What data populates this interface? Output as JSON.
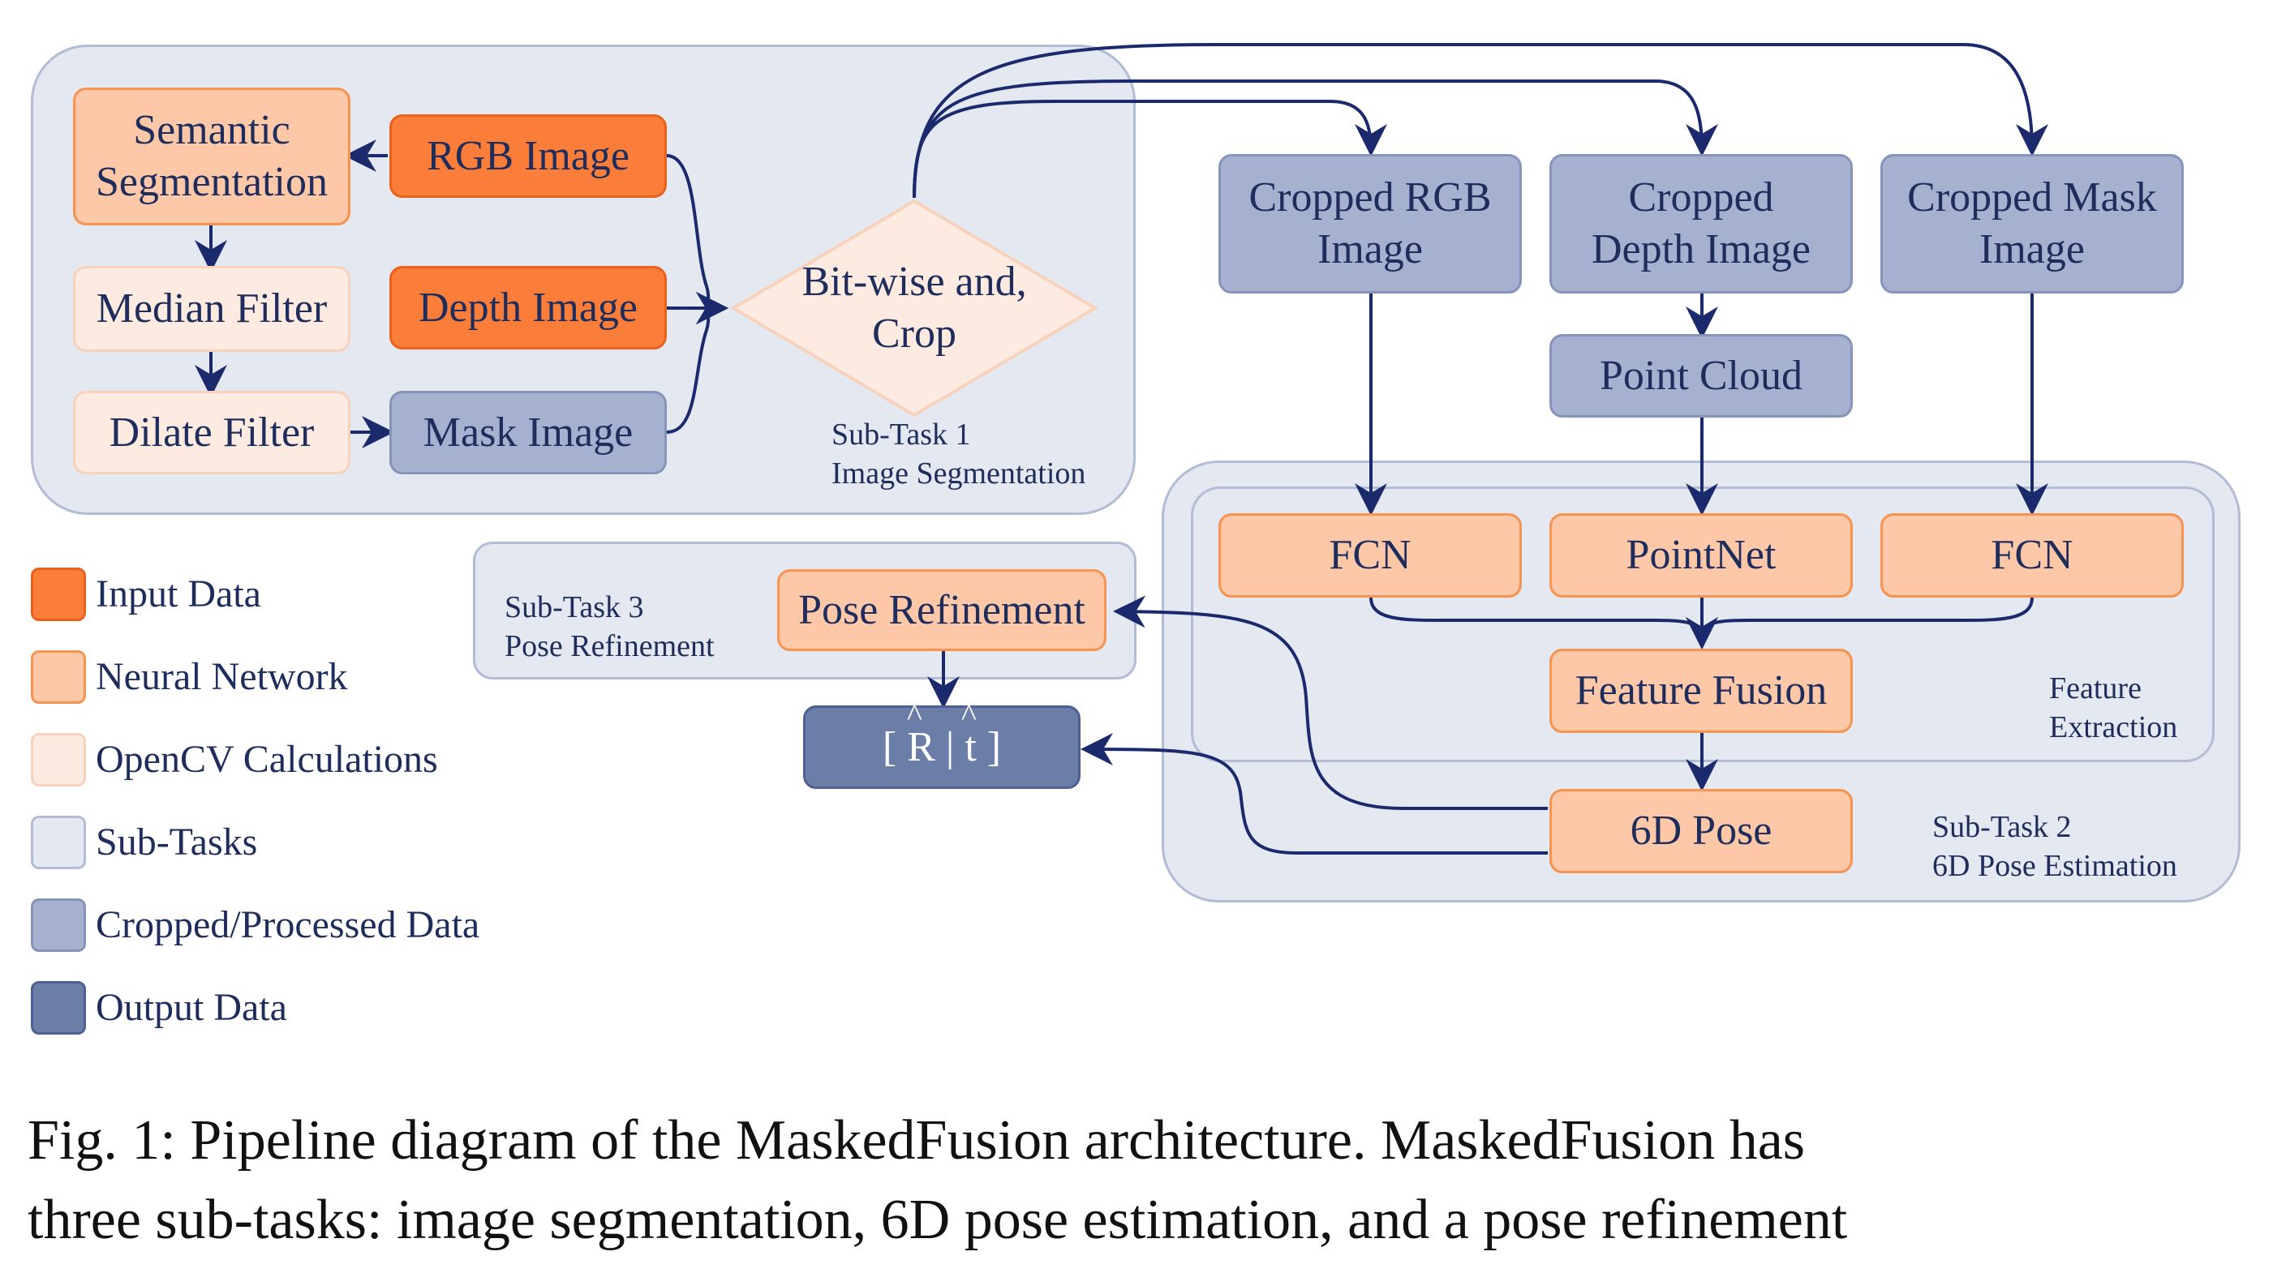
{
  "nodes": {
    "semantic": "Semantic\nSegmentation",
    "rgb": "RGB Image",
    "median": "Median Filter",
    "depth": "Depth Image",
    "dilate": "Dilate Filter",
    "mask": "Mask Image",
    "bitwise": "Bit-wise and,\nCrop",
    "cropped_rgb": "Cropped RGB\nImage",
    "cropped_depth": "Cropped\nDepth Image",
    "cropped_mask": "Cropped Mask\nImage",
    "point_cloud": "Point Cloud",
    "fcn_left": "FCN",
    "pointnet": "PointNet",
    "fcn_right": "FCN",
    "feature_fusion": "Feature Fusion",
    "pose6d": "6D Pose",
    "pose_refinement": "Pose Refinement",
    "output": "[ R | t ]",
    "output_hat_r": "^",
    "output_hat_t": "^"
  },
  "groups": {
    "subtask1": "Sub-Task 1\nImage Segmentation",
    "subtask2": "Sub-Task 2\n6D Pose Estimation",
    "subtask3": "Sub-Task 3\nPose Refinement",
    "feature_extraction": "Feature\nExtraction"
  },
  "legend": [
    {
      "label": "Input Data",
      "color": "#fb7d3a",
      "border": "#e8621c"
    },
    {
      "label": "Neural Network",
      "color": "#fdc8a8",
      "border": "#f6934f"
    },
    {
      "label": "OpenCV Calculations",
      "color": "#fdebe1",
      "border": "#f9d2bb"
    },
    {
      "label": "Sub-Tasks",
      "color": "#e4e8f1",
      "border": "#b3bcd6"
    },
    {
      "label": "Cropped/Processed Data",
      "color": "#a6b1d0",
      "border": "#8794ba"
    },
    {
      "label": "Output Data",
      "color": "#6b7ea8",
      "border": "#4f6090"
    }
  ],
  "caption": {
    "line1": "Fig. 1: Pipeline diagram of the MaskedFusion architecture. MaskedFusion has",
    "line2": "three sub-tasks: image segmentation, 6D pose estimation, and a pose refinement"
  },
  "colors": {
    "arrow": "#1a2a6c"
  }
}
